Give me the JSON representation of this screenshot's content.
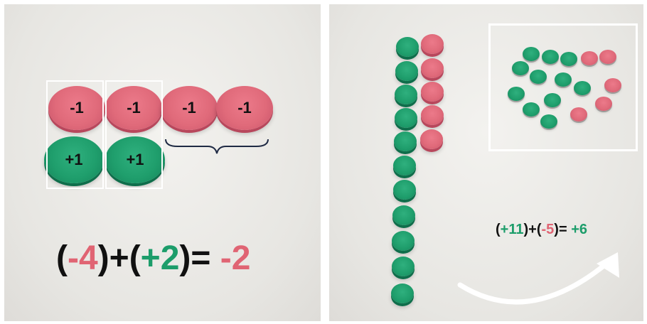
{
  "left": {
    "chip_labels": {
      "negative": "-1",
      "positive": "+1"
    },
    "equation": {
      "open1": "(",
      "term1": "-4",
      "mid": ")+(",
      "term2": "+2",
      "close_eq": ")=",
      "result": " -2"
    }
  },
  "right": {
    "equation": {
      "open1": "(",
      "term1": "+11",
      "mid": ")+(",
      "term2": "-5",
      "close_eq": ")=",
      "result": " +6"
    }
  },
  "colors": {
    "negative": "#e06473",
    "positive": "#1c9d6a",
    "background": "#e9e8e4",
    "frame": "#ffffff"
  }
}
